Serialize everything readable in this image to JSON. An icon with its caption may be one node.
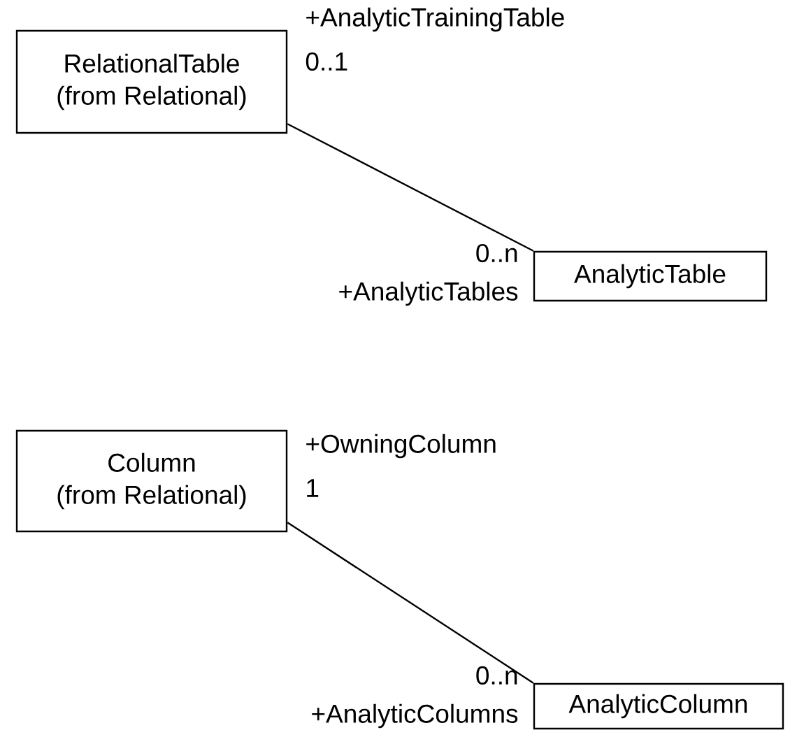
{
  "diagram": {
    "nodes": [
      {
        "text": [
          "RelationalTable",
          "(from Relational)"
        ]
      },
      {
        "text": [
          "AnalyticTable"
        ]
      },
      {
        "text": [
          "Column",
          "(from Relational)"
        ]
      },
      {
        "text": [
          "AnalyticColumn"
        ]
      }
    ],
    "edges": [
      {
        "from": 0,
        "to": 1,
        "arrow": "none"
      },
      {
        "from": 2,
        "to": 3,
        "arrow": "none"
      }
    ],
    "labels": [
      "+AnalyticTrainingTable",
      "0..1",
      "0..n",
      "+AnalyticTables",
      "+OwningColumn",
      "1",
      "0..n",
      "+AnalyticColumns"
    ]
  }
}
